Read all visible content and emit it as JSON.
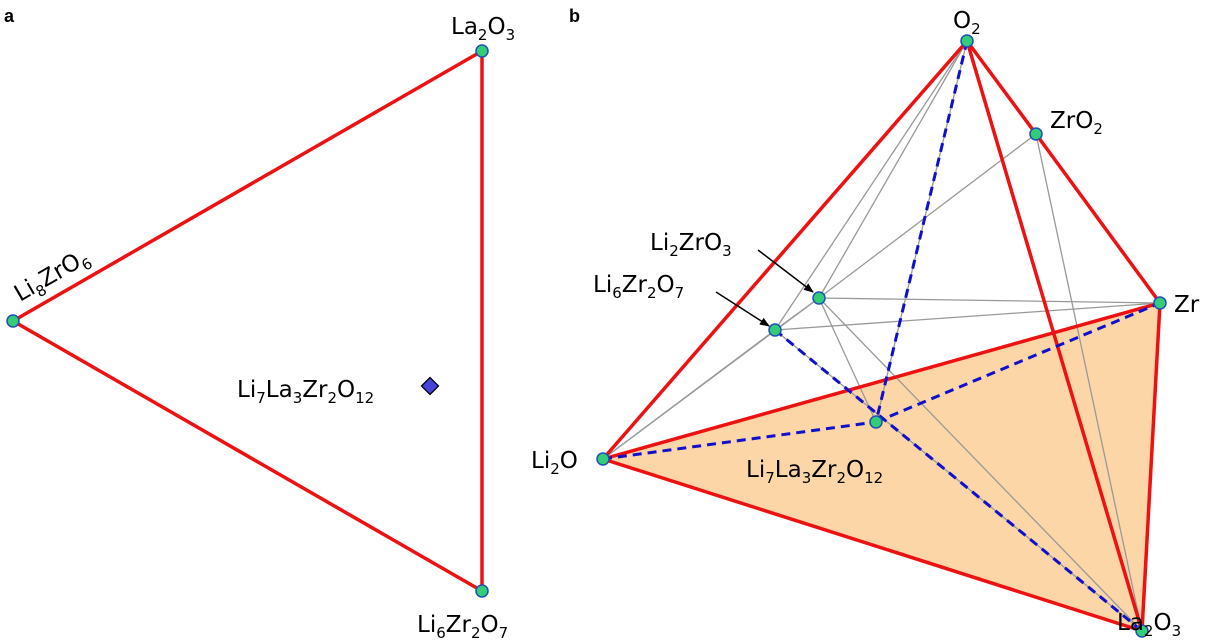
{
  "colors": {
    "tie_line": "#ee1111",
    "thin_line": "#999999",
    "hidden_line": "#1010cc",
    "face_fill": "#fdd6a8",
    "node_fill": "#33cc77",
    "node_stroke": "#1f4fb8",
    "target_marker": "#4444dd"
  },
  "panel_a": {
    "letter": "a",
    "nodes": [
      {
        "name": "La2O3",
        "label": [
          [
            "La",
            ""
          ],
          [
            "2",
            "sub"
          ],
          [
            "O",
            ""
          ],
          [
            "3",
            "sub"
          ]
        ]
      },
      {
        "name": "Li8ZrO6",
        "label": [
          [
            "Li",
            ""
          ],
          [
            "8",
            "sub"
          ],
          [
            "ZrO",
            ""
          ],
          [
            "6",
            "sub"
          ]
        ]
      },
      {
        "name": "Li6Zr2O7",
        "label": [
          [
            "Li",
            ""
          ],
          [
            "6",
            "sub"
          ],
          [
            "Zr",
            ""
          ],
          [
            "2",
            "sub"
          ],
          [
            "O",
            ""
          ],
          [
            "7",
            "sub"
          ]
        ]
      }
    ],
    "target": {
      "label": [
        [
          "Li",
          ""
        ],
        [
          "7",
          "sub"
        ],
        [
          "La",
          ""
        ],
        [
          "3",
          "sub"
        ],
        [
          "Zr",
          ""
        ],
        [
          "2",
          "sub"
        ],
        [
          "O",
          ""
        ],
        [
          "12",
          "sub"
        ]
      ],
      "icon": "diamond-marker"
    }
  },
  "panel_b": {
    "letter": "b",
    "nodes": [
      {
        "name": "O2",
        "label": [
          [
            "O",
            ""
          ],
          [
            "2",
            "sub"
          ]
        ]
      },
      {
        "name": "ZrO2",
        "label": [
          [
            "ZrO",
            ""
          ],
          [
            "2",
            "sub"
          ]
        ]
      },
      {
        "name": "Zr",
        "label": [
          [
            "Zr",
            ""
          ]
        ]
      },
      {
        "name": "Li2O",
        "label": [
          [
            "Li",
            ""
          ],
          [
            "2",
            "sub"
          ],
          [
            "O",
            ""
          ]
        ]
      },
      {
        "name": "La2O3",
        "label": [
          [
            "La",
            ""
          ],
          [
            "2",
            "sub"
          ],
          [
            "O",
            ""
          ],
          [
            "3",
            "sub"
          ]
        ]
      },
      {
        "name": "Li2ZrO3",
        "label": [
          [
            "Li",
            ""
          ],
          [
            "2",
            "sub"
          ],
          [
            "ZrO",
            ""
          ],
          [
            "3",
            "sub"
          ]
        ]
      },
      {
        "name": "Li6Zr2O7",
        "label": [
          [
            "Li",
            ""
          ],
          [
            "6",
            "sub"
          ],
          [
            "Zr",
            ""
          ],
          [
            "2",
            "sub"
          ],
          [
            "O",
            ""
          ],
          [
            "7",
            "sub"
          ]
        ]
      },
      {
        "name": "Li7La3Zr2O12",
        "label": [
          [
            "Li",
            ""
          ],
          [
            "7",
            "sub"
          ],
          [
            "La",
            ""
          ],
          [
            "3",
            "sub"
          ],
          [
            "Zr",
            ""
          ],
          [
            "2",
            "sub"
          ],
          [
            "O",
            ""
          ],
          [
            "12",
            "sub"
          ]
        ]
      }
    ]
  }
}
